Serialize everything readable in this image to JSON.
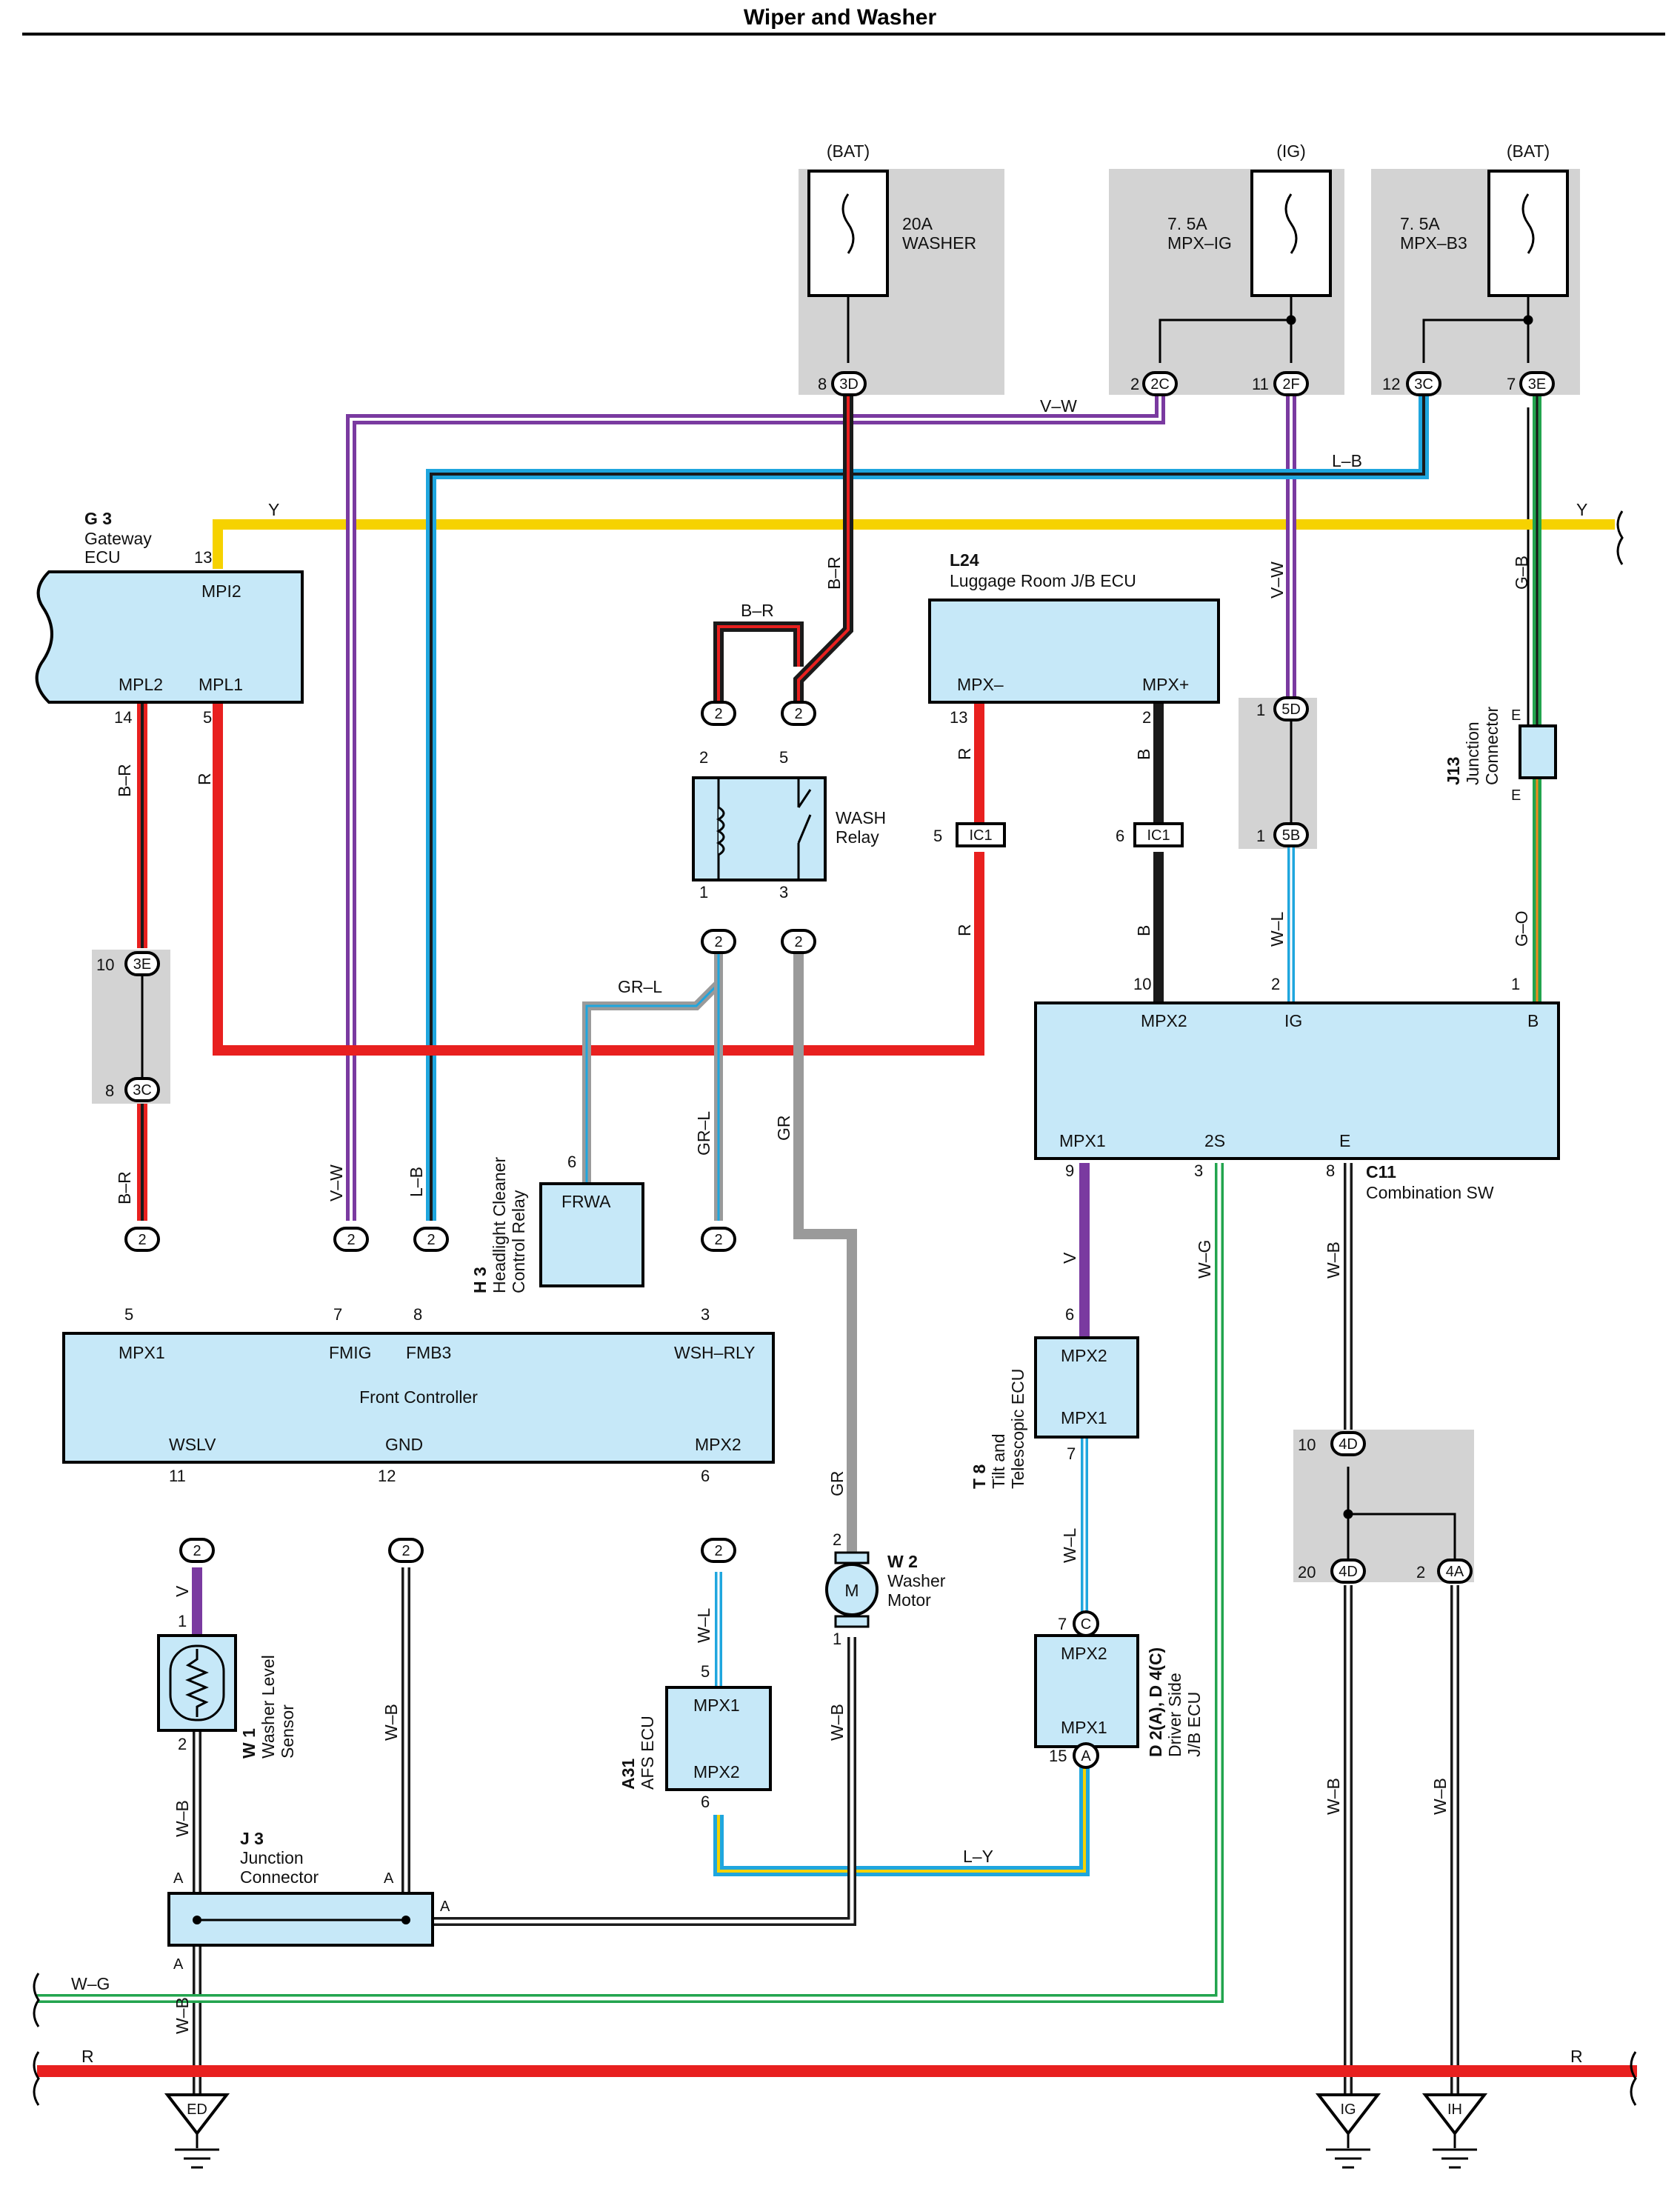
{
  "title": "Wiper and Washer",
  "colors": {
    "box": "#c6e8f8",
    "shade": "#d3d3d3",
    "Y": "#f6d200",
    "R": "#e8201f",
    "V": "#7a3aa0",
    "L": "#1fa6de",
    "G": "#22a44e",
    "GR": "#9a9a9a",
    "O": "#f08a1c",
    "B": "#1a1a1a",
    "W": "#ffffff"
  },
  "power": {
    "bat1": "(BAT)",
    "ig": "(IG)",
    "bat2": "(BAT)",
    "fuse_washer": [
      "20A",
      "WASHER"
    ],
    "fuse_mpxig": [
      "7. 5A",
      "MPX–IG"
    ],
    "fuse_mpxb3": [
      "7. 5A",
      "MPX–B3"
    ]
  },
  "components": {
    "g3": {
      "code": "G 3",
      "name1": "Gateway",
      "name2": "ECU",
      "mpi2": "MPI2",
      "mpl2": "MPL2",
      "mpl1": "MPL1"
    },
    "l24": {
      "code": "L24",
      "name": "Luggage Room J/B ECU",
      "mpxm": "MPX–",
      "mpxp": "MPX+"
    },
    "wash": {
      "name1": "WASH",
      "name2": "Relay"
    },
    "c11": {
      "code": "C11",
      "name": "Combination SW",
      "mpx2": "MPX2",
      "ig": "IG",
      "b": "B",
      "mpx1": "MPX1",
      "s2": "2S",
      "e": "E"
    },
    "j13": {
      "code": "J13",
      "name1": "Junction",
      "name2": "Connector",
      "e": "E"
    },
    "h3": {
      "code": "H 3",
      "name1": "Headlight Cleaner",
      "name2": "Control Relay",
      "frwa": "FRWA"
    },
    "front": {
      "name": "Front Controller",
      "mpx1": "MPX1",
      "fmig": "FMIG",
      "fmb3": "FMB3",
      "wshrly": "WSH–RLY",
      "wslv": "WSLV",
      "gnd": "GND",
      "mpx2": "MPX2"
    },
    "t8": {
      "code": "T 8",
      "name1": "Tilt and",
      "name2": "Telescopic ECU",
      "mpx2": "MPX2",
      "mpx1": "MPX1"
    },
    "w1": {
      "code": "W 1",
      "name1": "Washer Level",
      "name2": "Sensor"
    },
    "w2": {
      "code": "W 2",
      "name1": "Washer",
      "name2": "Motor",
      "m": "M"
    },
    "a31": {
      "code": "A31",
      "name": "AFS ECU",
      "mpx1": "MPX1",
      "mpx2": "MPX2"
    },
    "d2": {
      "code": "D 2(A), D 4(C)",
      "name1": "Driver Side",
      "name2": "J/B ECU",
      "mpx2": "MPX2",
      "mpx1": "MPX1"
    },
    "j3": {
      "code": "J 3",
      "name1": "Junction",
      "name2": "Connector",
      "a": "A"
    }
  },
  "connectors": {
    "c3D": "3D",
    "c2C": "2C",
    "c2F": "2F",
    "c3C": "3C",
    "c3E": "3E",
    "c5D": "5D",
    "c5B": "5B",
    "c4D": "4D",
    "c4A": "4A",
    "ic1": "IC1",
    "c2": "2",
    "cC": "C",
    "cA": "A"
  },
  "wire_labels": {
    "vw": "V–W",
    "lb": "L–B",
    "y": "Y",
    "br": "B–R",
    "r": "R",
    "b": "B",
    "grl": "GR–L",
    "gr": "GR",
    "wl": "W–L",
    "gb": "G–B",
    "go": "G–O",
    "wg": "W–G",
    "wb": "W–B",
    "v": "V",
    "ly": "L–Y"
  },
  "pins": {
    "p1": "1",
    "p2": "2",
    "p3": "3",
    "p5": "5",
    "p6": "6",
    "p7": "7",
    "p8": "8",
    "p9": "9",
    "p10": "10",
    "p11": "11",
    "p12": "12",
    "p13": "13",
    "p14": "14",
    "p15": "15",
    "p20": "20"
  },
  "grounds": {
    "ed": "ED",
    "ig": "IG",
    "ih": "IH"
  }
}
